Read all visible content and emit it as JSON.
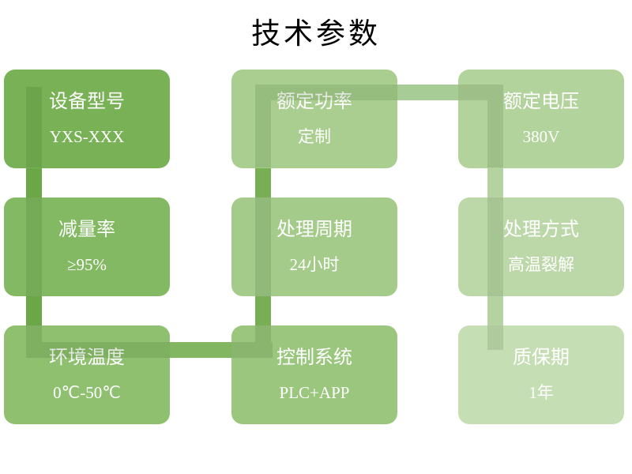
{
  "title": "技术参数",
  "boxes": [
    {
      "label": "设备型号",
      "value": "YXS-XXX",
      "color": "#79B256"
    },
    {
      "label": "额定功率",
      "value": "定制",
      "color": "#A9CE90"
    },
    {
      "label": "额定电压",
      "value": "380V",
      "color": "#B3D39C"
    },
    {
      "label": "减量率",
      "value": "≥95%",
      "color": "#83B962"
    },
    {
      "label": "处理周期",
      "value": "24小时",
      "color": "#A4CB8A"
    },
    {
      "label": "处理方式",
      "value": "高温裂解",
      "color": "#BDD8A8"
    },
    {
      "label": "环境温度",
      "value": "0℃-50℃",
      "color": "#8FC070"
    },
    {
      "label": "控制系统",
      "value": "PLC+APP",
      "color": "#9AC67E"
    },
    {
      "label": "质保期",
      "value": "1年",
      "color": "#C6DEB4"
    }
  ],
  "connectors": {
    "segA": "#6BA647",
    "segB": "#82B660",
    "segC": "#78AE54",
    "segD": "#A8CC95",
    "segE": "#B5D3A1"
  },
  "colors": {
    "background": "#FFFFFF",
    "card_text": "#FFFFFF",
    "title_text": "#000000"
  }
}
